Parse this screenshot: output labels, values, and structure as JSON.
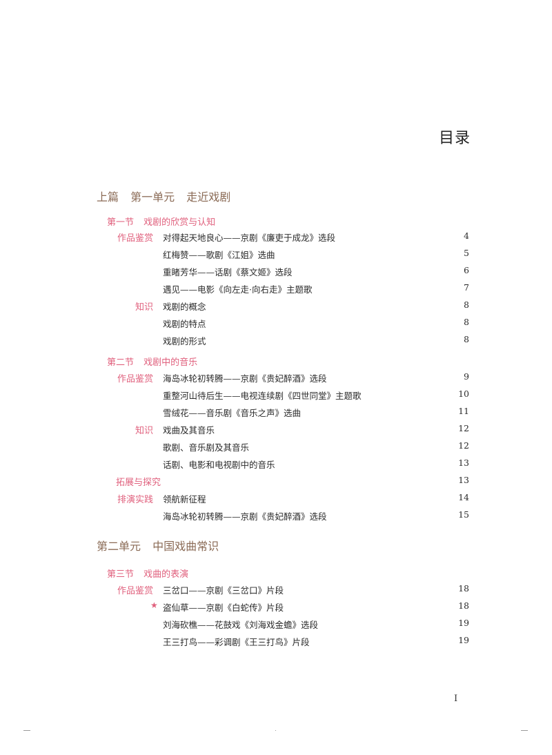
{
  "title": "目录",
  "units": [
    {
      "part": "上篇",
      "name": "第一单元",
      "title": "走近戏剧"
    },
    {
      "name": "第二单元",
      "title": "中国戏曲常识"
    }
  ],
  "sections": [
    {
      "num": "第一节",
      "title": "戏剧的欣赏与认知"
    },
    {
      "num": "第二节",
      "title": "戏剧中的音乐"
    },
    {
      "num": "第三节",
      "title": "戏曲的表演"
    }
  ],
  "rows": [
    {
      "cat": "作品鉴赏",
      "text": "对得起天地良心——京剧《廉吏于成龙》选段",
      "page": "4"
    },
    {
      "cat": "",
      "text": "红梅赞——歌剧《江姐》选曲",
      "page": "5"
    },
    {
      "cat": "",
      "text": "重睹芳华——话剧《蔡文姬》选段",
      "page": "6"
    },
    {
      "cat": "",
      "text": "遇见——电影《向左走·向右走》主题歌",
      "page": "7"
    },
    {
      "cat": "知识",
      "text": "戏剧的概念",
      "page": "8"
    },
    {
      "cat": "",
      "text": "戏剧的特点",
      "page": "8"
    },
    {
      "cat": "",
      "text": "戏剧的形式",
      "page": "8"
    },
    {
      "cat": "作品鉴赏",
      "text": "海岛冰轮初转腾——京剧《贵妃醉酒》选段",
      "page": "9"
    },
    {
      "cat": "",
      "text": "重整河山待后生——电视连续剧《四世同堂》主题歌",
      "page": "10"
    },
    {
      "cat": "",
      "text": "雪绒花——音乐剧《音乐之声》选曲",
      "page": "11"
    },
    {
      "cat": "知识",
      "text": "戏曲及其音乐",
      "page": "12"
    },
    {
      "cat": "",
      "text": "歌剧、音乐剧及其音乐",
      "page": "12"
    },
    {
      "cat": "",
      "text": "话剧、电影和电视剧中的音乐",
      "page": "13"
    },
    {
      "cat": "拓展与探究",
      "text": "",
      "page": "13"
    },
    {
      "cat": "排演实践",
      "text": "领航新征程",
      "page": "14"
    },
    {
      "cat": "",
      "text": "海岛冰轮初转腾——京剧《贵妃醉酒》选段",
      "page": "15"
    },
    {
      "cat": "作品鉴赏",
      "text": "三岔口——京剧《三岔口》片段",
      "page": "18"
    },
    {
      "cat": "",
      "star": "★",
      "text": "盗仙草——京剧《白蛇传》片段",
      "page": "18"
    },
    {
      "cat": "",
      "text": "刘海砍樵——花鼓戏《刘海戏金蟾》选段",
      "page": "19"
    },
    {
      "cat": "",
      "text": "王三打鸟——彩调剧《王三打鸟》片段",
      "page": "19"
    }
  ],
  "folio": "I"
}
